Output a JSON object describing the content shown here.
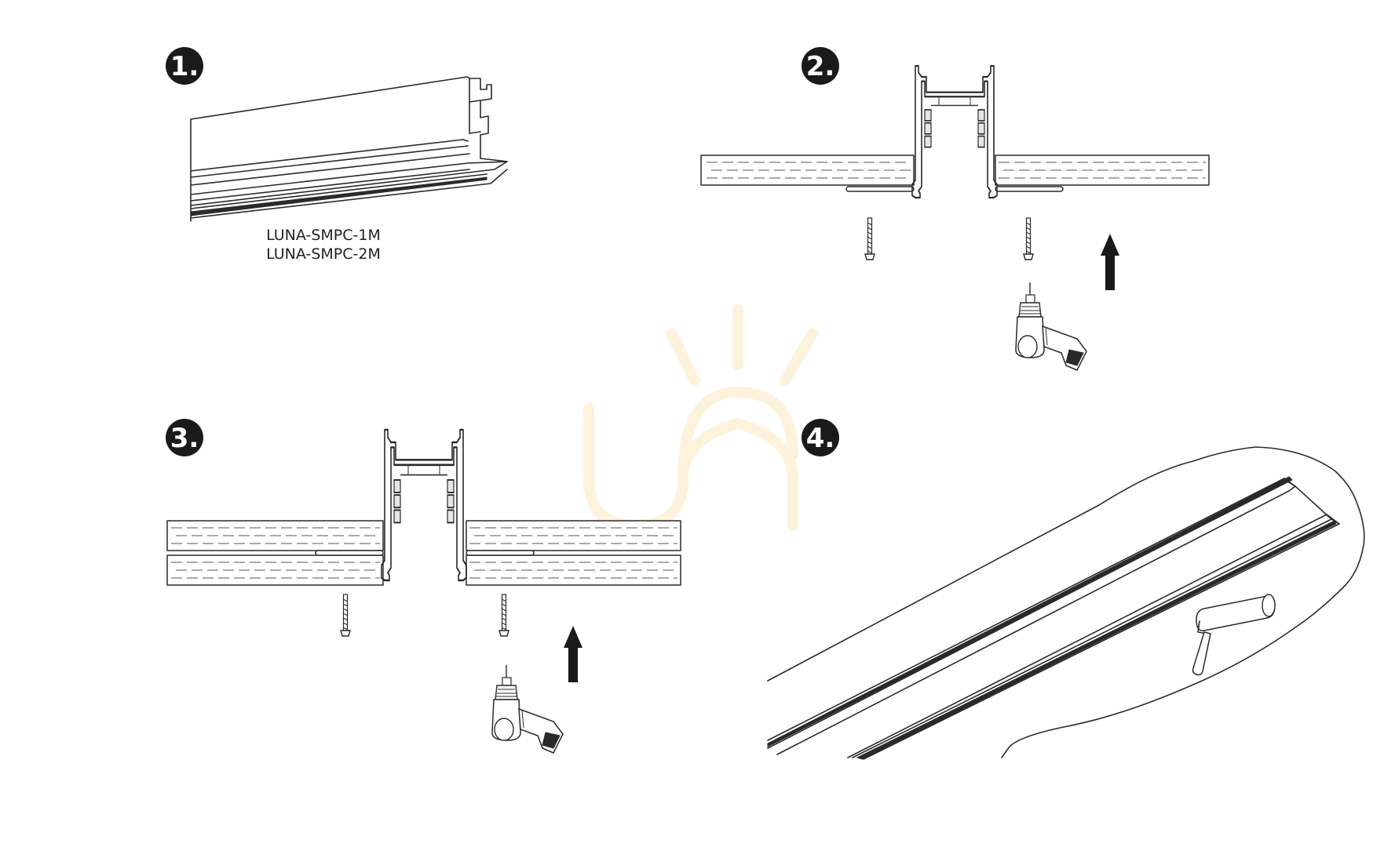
{
  "steps": [
    {
      "number": "1.",
      "models": [
        "LUNA-SMPC-1M",
        "LUNA-SMPC-2M"
      ]
    },
    {
      "number": "2."
    },
    {
      "number": "3."
    },
    {
      "number": "4."
    }
  ],
  "colors": {
    "line": "#2a2a2a",
    "badge": "#1a1a1a",
    "watermark": "#fdf3dc"
  },
  "icons": [
    "screw-icon",
    "drill-icon",
    "up-arrow-icon",
    "paint-roller-icon",
    "logo-watermark"
  ]
}
